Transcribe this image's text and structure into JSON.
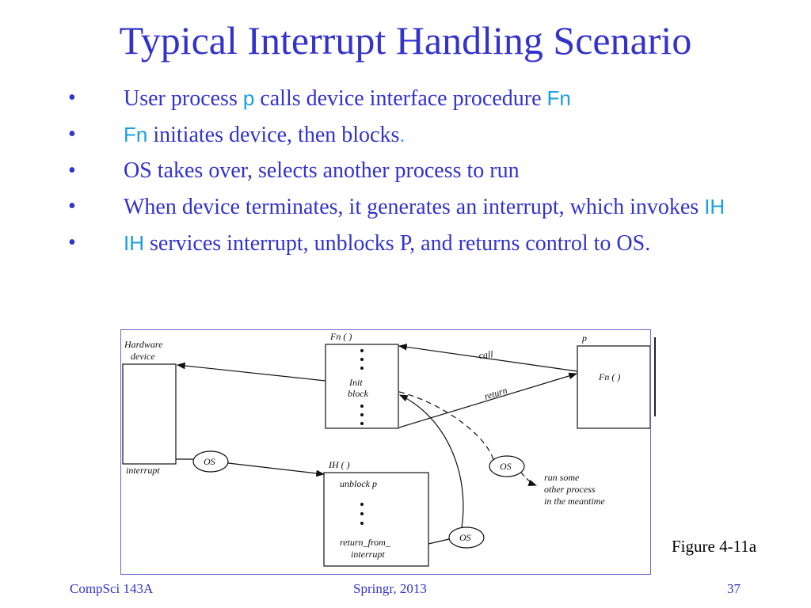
{
  "slide": {
    "title": "Typical Interrupt Handling Scenario",
    "bullets": [
      {
        "pre": "User process ",
        "code": "p",
        "post": " calls device interface procedure ",
        "code2": "Fn"
      },
      {
        "code": "Fn",
        "post": " initiates device, then blocks",
        "end": "."
      },
      {
        "text": "OS takes over, selects another process to run"
      },
      {
        "text": "When device terminates, it generates an interrupt, which invokes ",
        "code": "IH"
      },
      {
        "code": "IH",
        "post": " services interrupt, unblocks P, and returns control to OS."
      }
    ],
    "bullet_symbol": "•"
  },
  "figure": {
    "hardware_label_1": "Hardware",
    "hardware_label_2": "device",
    "interrupt_label": "interrupt",
    "fn_header": "Fn ( )",
    "init_label_1": "Init",
    "init_label_2": "block",
    "p_label": "p",
    "p_fn_label": "Fn ( )",
    "call_label": "call",
    "return_label": "return",
    "os_label": "OS",
    "ih_header": "IH ( )",
    "unblock_label": "unblock p",
    "return_from_1": "return_from_",
    "return_from_2": "interrupt",
    "run_some_1": "run some",
    "run_some_2": "other process",
    "run_some_3": "in the meantime",
    "caption": "Figure 4-11a"
  },
  "footer": {
    "course": "CompSci 143A",
    "term": "Springr, 2013",
    "page": "37"
  },
  "colors": {
    "title": "#3333cc",
    "text": "#3333cc",
    "code": "#1a9fe0",
    "figure_border": "#6666cc"
  }
}
